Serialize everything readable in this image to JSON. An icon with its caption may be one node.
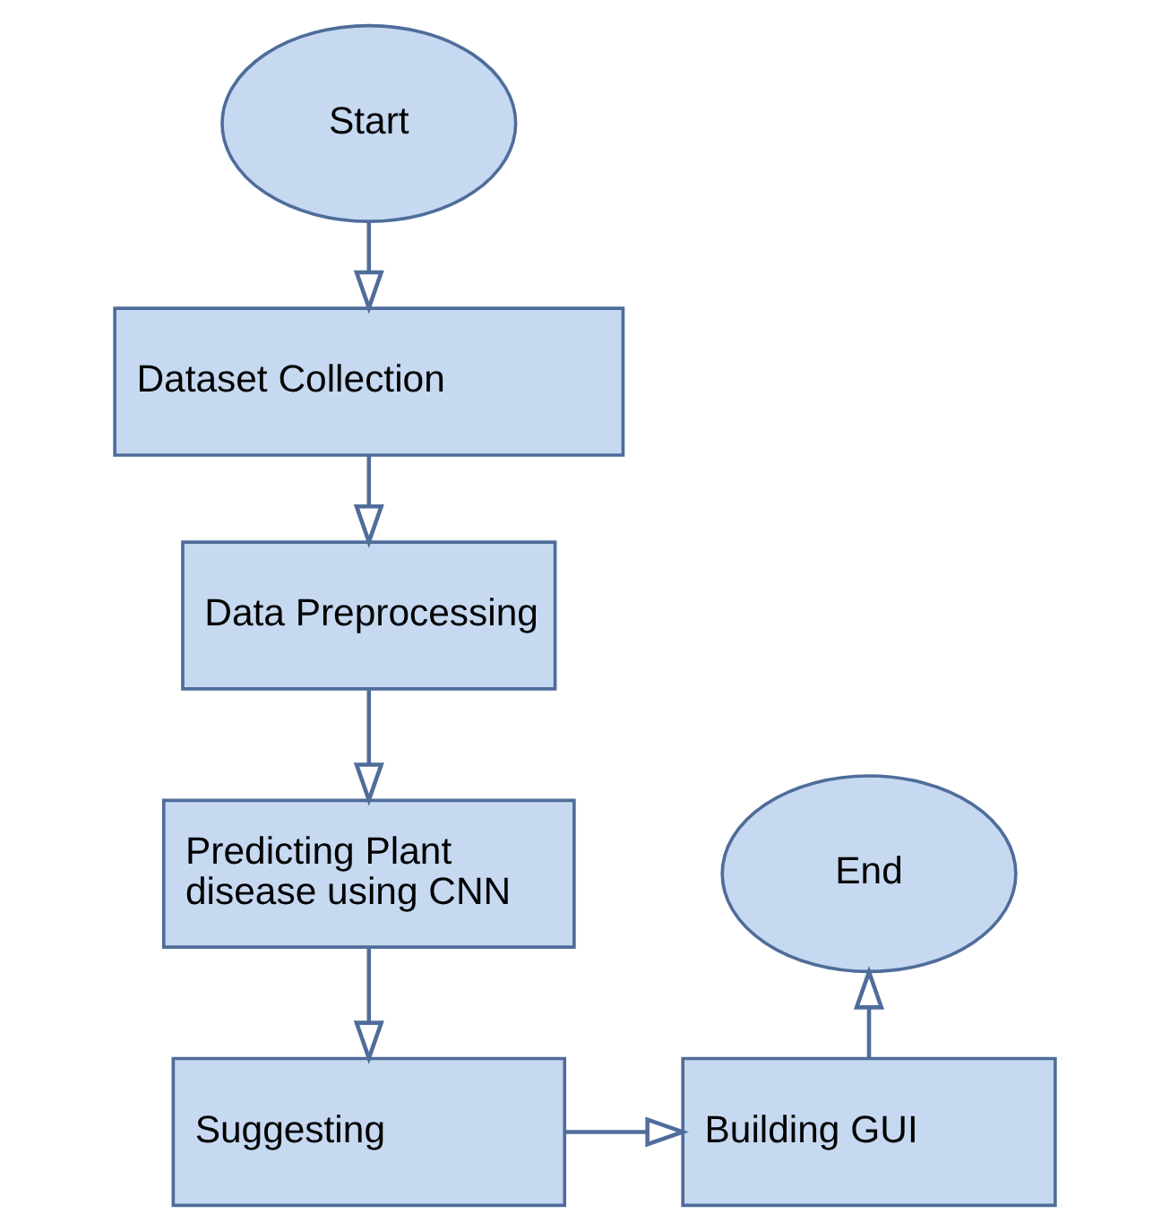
{
  "diagram": {
    "nodes": [
      {
        "text": [
          "Start"
        ]
      },
      {
        "text": [
          "Dataset Collection"
        ]
      },
      {
        "text": [
          "Data Preprocessing"
        ]
      },
      {
        "text": [
          "Predicting Plant disease using CNN"
        ]
      },
      {
        "text": [
          "Suggesting"
        ]
      },
      {
        "text": [
          "Building GUI"
        ]
      },
      {
        "text": [
          "End"
        ]
      }
    ],
    "edges": [
      {
        "from": 0,
        "to": 1,
        "arrow": "to"
      },
      {
        "from": 1,
        "to": 2,
        "arrow": "to"
      },
      {
        "from": 2,
        "to": 3,
        "arrow": "to"
      },
      {
        "from": 3,
        "to": 4,
        "arrow": "to"
      },
      {
        "from": 4,
        "to": 5,
        "arrow": "to"
      },
      {
        "from": 5,
        "to": 6,
        "arrow": "to"
      }
    ]
  }
}
